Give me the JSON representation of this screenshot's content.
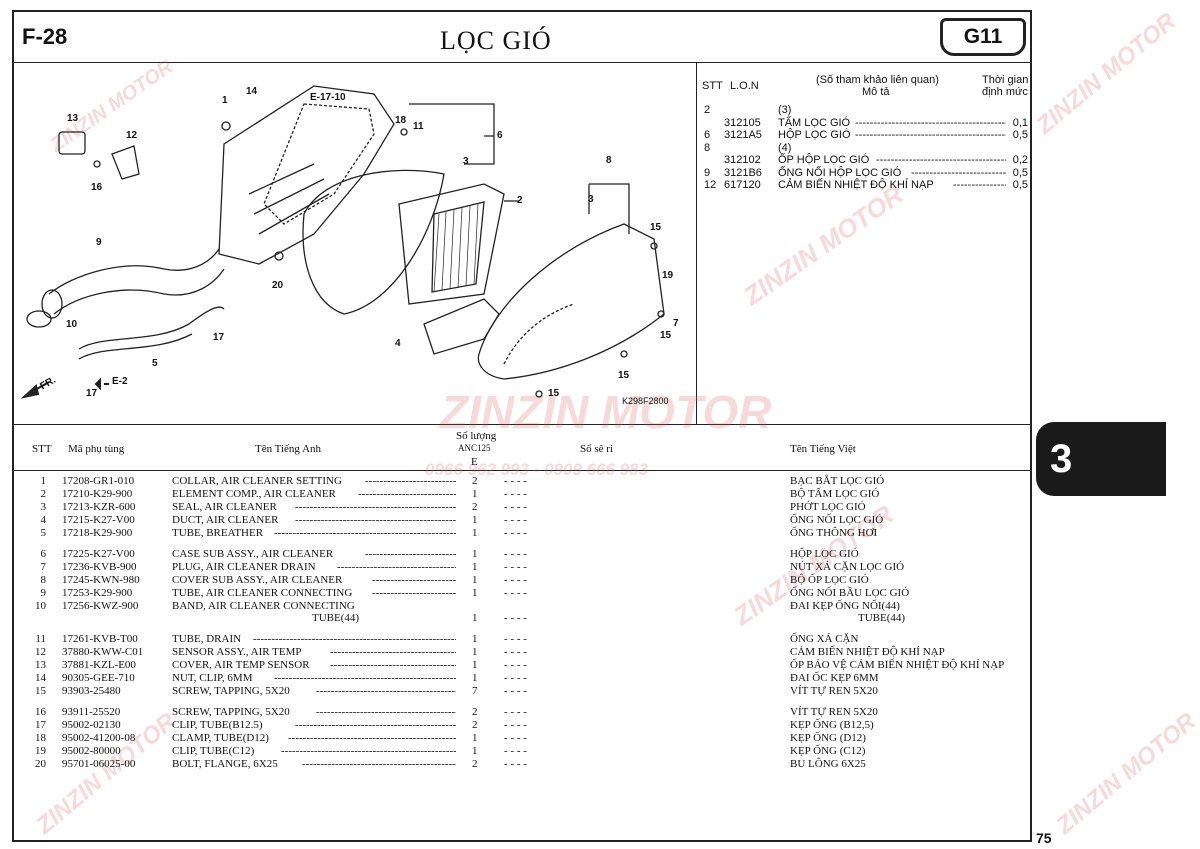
{
  "header": {
    "code": "F-28",
    "title": "LỌC GIÓ",
    "badge": "G11",
    "side_tab": "3",
    "page_number": "75"
  },
  "diagram": {
    "callouts": [
      "1",
      "2",
      "3",
      "3",
      "4",
      "5",
      "6",
      "7",
      "8",
      "9",
      "10",
      "12",
      "13",
      "14",
      "15",
      "15",
      "15",
      "15",
      "16",
      "17",
      "17",
      "18",
      "11",
      "19",
      "20"
    ],
    "refs": {
      "e17": "E-17-10",
      "e2": "E-2",
      "fr": "FR.",
      "code": "K298F2800"
    }
  },
  "ref_table": {
    "headers": {
      "stt": "STT",
      "lon": "L.O.N",
      "desc_top": "(Số tham khảo liên quan)",
      "desc_bottom": "Mô tả",
      "time_top": "Thời gian",
      "time_bottom": "định mức"
    },
    "rows": [
      {
        "stt": "2",
        "lon": "",
        "desc": "(3)",
        "time": ""
      },
      {
        "stt": "",
        "lon": "312105",
        "desc": "TẤM LỌC GIÓ",
        "time": "0,1"
      },
      {
        "stt": "6",
        "lon": "3121A5",
        "desc": "HỘP LỌC GIÓ",
        "time": "0,5"
      },
      {
        "stt": "8",
        "lon": "",
        "desc": "(4)",
        "time": ""
      },
      {
        "stt": "",
        "lon": "312102",
        "desc": "ỐP HỘP LỌC GIÓ",
        "time": "0,2"
      },
      {
        "stt": "9",
        "lon": "3121B6",
        "desc": "ỐNG NỐI HỘP LỌC GIÓ",
        "time": "0,5"
      },
      {
        "stt": "12",
        "lon": "617120",
        "desc": "CẢM BIẾN NHIỆT ĐỘ KHÍ NẠP",
        "time": "0,5"
      }
    ]
  },
  "parts_table": {
    "headers": {
      "stt": "STT",
      "part_no": "Mã phụ tùng",
      "english": "Tên Tiếng Anh",
      "qty_label": "Số lượng",
      "qty_model": "ANC125",
      "qty_type": "E",
      "serial": "Số sê ri",
      "vietnamese": "Tên Tiếng Việt"
    },
    "rows": [
      {
        "stt": "1",
        "part_no": "17208-GR1-010",
        "english": "COLLAR, AIR CLEANER SETTING",
        "english2": "",
        "qty": "2",
        "vn": "BẠC BẮT LỌC GIÓ",
        "vn2": ""
      },
      {
        "stt": "2",
        "part_no": "17210-K29-900",
        "english": "ELEMENT COMP., AIR CLEANER",
        "english2": "",
        "qty": "1",
        "vn": "BỘ TẤM LỌC GIÓ",
        "vn2": ""
      },
      {
        "stt": "3",
        "part_no": "17213-KZR-600",
        "english": "SEAL, AIR CLEANER",
        "english2": "",
        "qty": "2",
        "vn": "PHỚT LỌC GIÓ",
        "vn2": ""
      },
      {
        "stt": "4",
        "part_no": "17215-K27-V00",
        "english": "DUCT, AIR CLEANER",
        "english2": "",
        "qty": "1",
        "vn": "ỐNG NỐI LỌC GIÓ",
        "vn2": ""
      },
      {
        "stt": "5",
        "part_no": "17218-K29-900",
        "english": "TUBE, BREATHER",
        "english2": "",
        "qty": "1",
        "vn": "ỐNG THÔNG HƠI",
        "vn2": ""
      },
      {
        "stt": "6",
        "part_no": "17225-K27-V00",
        "english": "CASE SUB ASSY., AIR CLEANER",
        "english2": "",
        "qty": "1",
        "vn": "HỘP LỌC GIÓ",
        "vn2": ""
      },
      {
        "stt": "7",
        "part_no": "17236-KVB-900",
        "english": "PLUG, AIR CLEANER DRAIN",
        "english2": "",
        "qty": "1",
        "vn": "NÚT XẢ CẶN LỌC GIÓ",
        "vn2": ""
      },
      {
        "stt": "8",
        "part_no": "17245-KWN-980",
        "english": "COVER SUB ASSY., AIR CLEANER",
        "english2": "",
        "qty": "1",
        "vn": "BỘ ỐP LỌC GIÓ",
        "vn2": ""
      },
      {
        "stt": "9",
        "part_no": "17253-K29-900",
        "english": "TUBE, AIR CLEANER CONNECTING",
        "english2": "",
        "qty": "1",
        "vn": "ỐNG NỐI BẦU LỌC GIÓ",
        "vn2": ""
      },
      {
        "stt": "10",
        "part_no": "17256-KWZ-900",
        "english": "BAND, AIR CLEANER CONNECTING",
        "english2": "TUBE(44)",
        "qty": "1",
        "vn": "ĐAI KẸP ỐNG NỐI(44)",
        "vn2": "TUBE(44)"
      },
      {
        "stt": "11",
        "part_no": "17261-KVB-T00",
        "english": "TUBE, DRAIN",
        "english2": "",
        "qty": "1",
        "vn": "ỐNG XẢ CẶN",
        "vn2": ""
      },
      {
        "stt": "12",
        "part_no": "37880-KWW-C01",
        "english": "SENSOR ASSY., AIR TEMP",
        "english2": "",
        "qty": "1",
        "vn": "CẢM BIẾN NHIỆT ĐỘ KHÍ NẠP",
        "vn2": ""
      },
      {
        "stt": "13",
        "part_no": "37881-KZL-E00",
        "english": "COVER, AIR TEMP SENSOR",
        "english2": "",
        "qty": "1",
        "vn": "ỐP BẢO VỆ CẢM BIẾN NHIỆT ĐỘ KHÍ NẠP",
        "vn2": ""
      },
      {
        "stt": "14",
        "part_no": "90305-GEE-710",
        "english": "NUT, CLIP, 6MM",
        "english2": "",
        "qty": "1",
        "vn": "ĐAI ỐC KẸP 6MM",
        "vn2": ""
      },
      {
        "stt": "15",
        "part_no": "93903-25480",
        "english": "SCREW, TAPPING, 5X20",
        "english2": "",
        "qty": "7",
        "vn": "VÍT TỰ REN 5X20",
        "vn2": ""
      },
      {
        "stt": "16",
        "part_no": "93911-25520",
        "english": "SCREW, TAPPING, 5X20",
        "english2": "",
        "qty": "2",
        "vn": "VÍT TỰ REN 5X20",
        "vn2": ""
      },
      {
        "stt": "17",
        "part_no": "95002-02130",
        "english": "CLIP, TUBE(B12.5)",
        "english2": "",
        "qty": "2",
        "vn": "KẸP ỐNG (B12,5)",
        "vn2": ""
      },
      {
        "stt": "18",
        "part_no": "95002-41200-08",
        "english": "CLAMP, TUBE(D12)",
        "english2": "",
        "qty": "1",
        "vn": "KẸP ỐNG (D12)",
        "vn2": ""
      },
      {
        "stt": "19",
        "part_no": "95002-80000",
        "english": "CLIP, TUBE(C12)",
        "english2": "",
        "qty": "1",
        "vn": "KẸP ỐNG (C12)",
        "vn2": ""
      },
      {
        "stt": "20",
        "part_no": "95701-06025-00",
        "english": "BOLT, FLANGE, 6X25",
        "english2": "",
        "qty": "2",
        "vn": "BU LÔNG 6X25",
        "vn2": ""
      }
    ]
  },
  "watermark": {
    "brand": "ZINZIN MOTOR",
    "phone": "0966 962 993 - 0909 666 983"
  }
}
